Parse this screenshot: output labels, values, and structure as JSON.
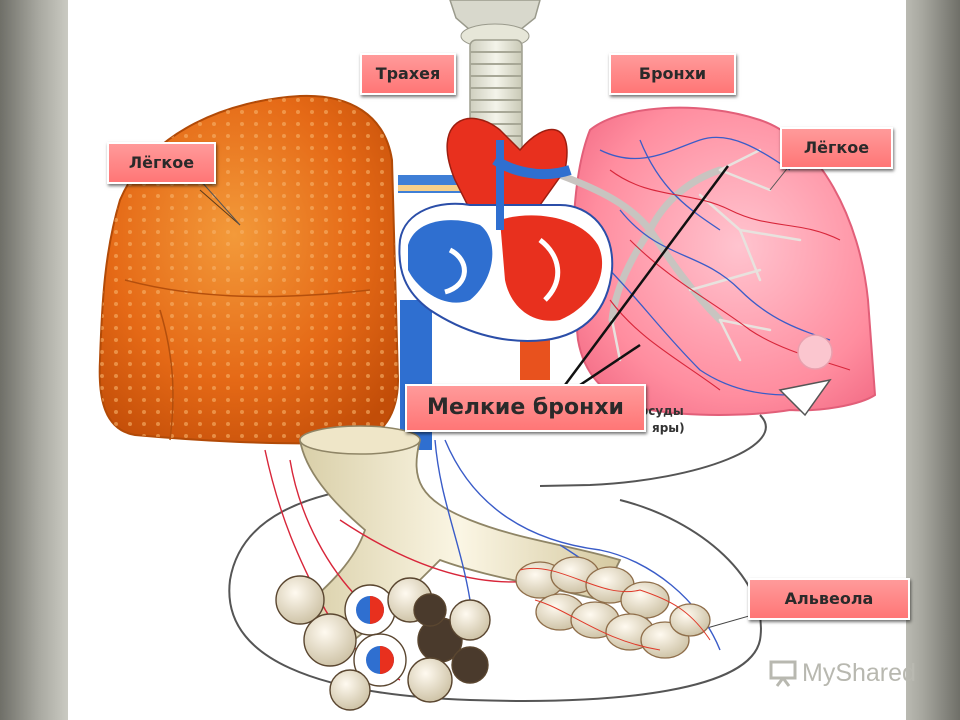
{
  "labels": {
    "trachea": "Трахея",
    "bronchi": "Бронхи",
    "lung_left": "Лёгкое",
    "lung_right": "Лёгкое",
    "small_bronchi": "Мелкие бронхи",
    "alveolus": "Альвеола"
  },
  "background_text": {
    "vessels_fragment": "осуды",
    "capillaries_fragment": "яры)"
  },
  "watermark": {
    "text": "MyShared"
  },
  "colors": {
    "label_fill": "#ff8383",
    "lung_orange": "#e66a1a",
    "lung_pink": "#ff8fa2",
    "artery_red": "#e8301e",
    "vein_blue": "#2f6fd0"
  }
}
